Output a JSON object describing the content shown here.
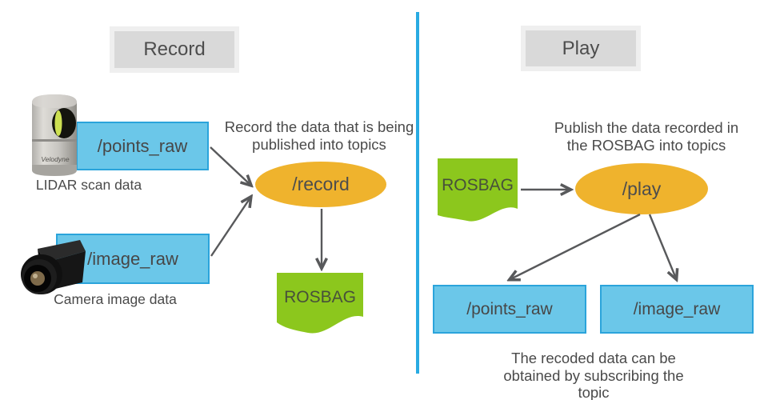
{
  "diagram_title": "ROSBAG record and play diagram",
  "colors": {
    "divider_blue": "#29abe2",
    "topic_fill": "#6bc7e9",
    "topic_border": "#2ba4db",
    "node_orange": "#efb32d",
    "rosbag_green": "#8cc71d",
    "arrow_gray": "#58595b",
    "header_fill": "#d9d9d9",
    "header_frame": "#efefef",
    "text_gray": "#4d4d4d"
  },
  "record": {
    "header": "Record",
    "lidar_caption": "LIDAR scan data",
    "lidar_brand": "Velodyne",
    "points_topic": "/points_raw",
    "camera_caption": "Camera image data",
    "image_topic": "/image_raw",
    "annotation": "Record the data that is being published into topics",
    "node": "/record",
    "rosbag": "ROSBAG"
  },
  "play": {
    "header": "Play",
    "rosbag": "ROSBAG",
    "annotation": "Publish the data recorded in the ROSBAG into topics",
    "node": "/play",
    "points_topic": "/points_raw",
    "image_topic": "/image_raw",
    "note": "The recoded data can be obtained by subscribing the topic"
  }
}
